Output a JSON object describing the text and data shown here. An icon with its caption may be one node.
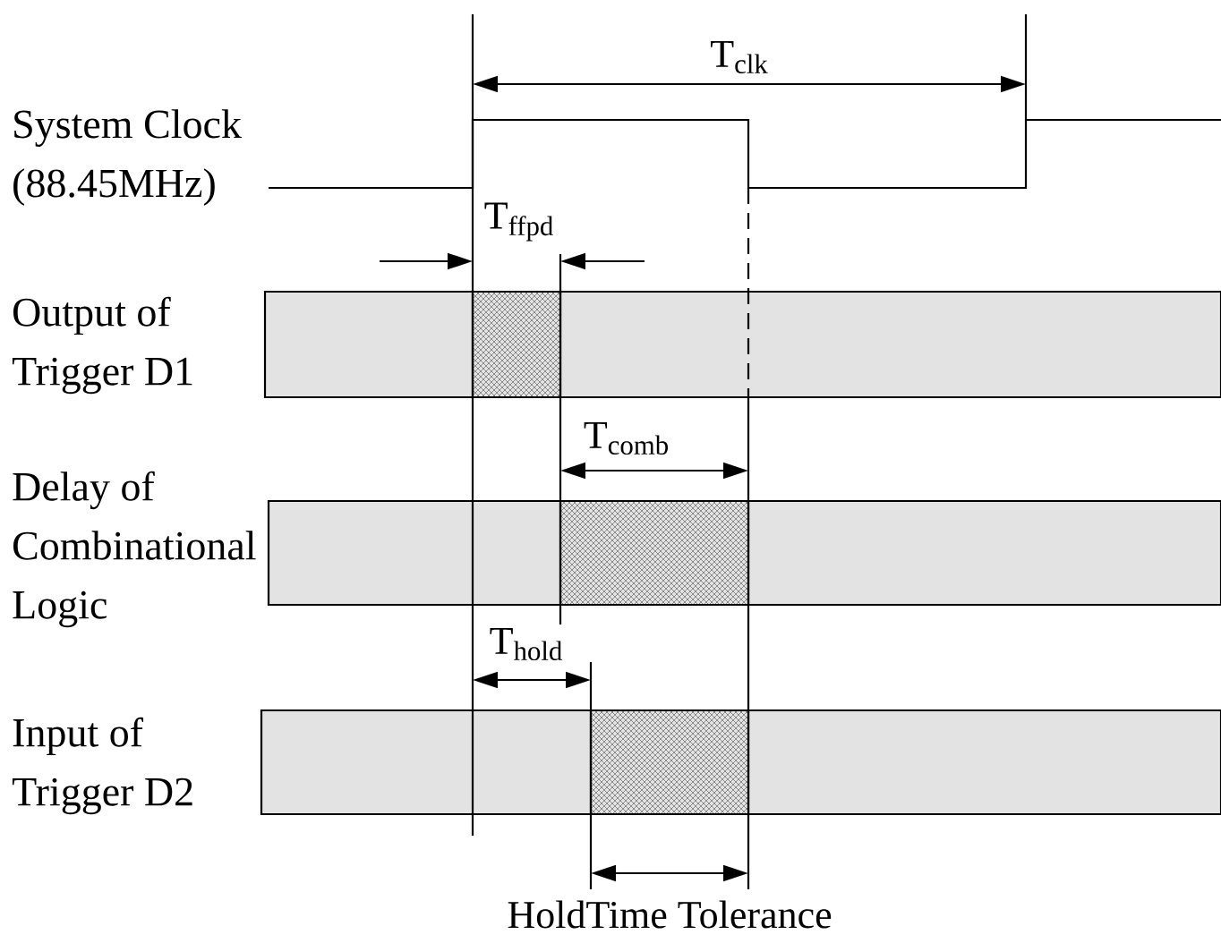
{
  "diagram": {
    "labels": [
      "T$_{clk}$",
      "System Clock (88.45MHz)",
      "T$_{ffpd}$",
      "Output of Trigger D1",
      "T$_{comb}$",
      "Delay of Combinational Logic",
      "T$_{hold}$",
      "Input of Trigger D2",
      "HoldTime Tolerance"
    ]
  }
}
